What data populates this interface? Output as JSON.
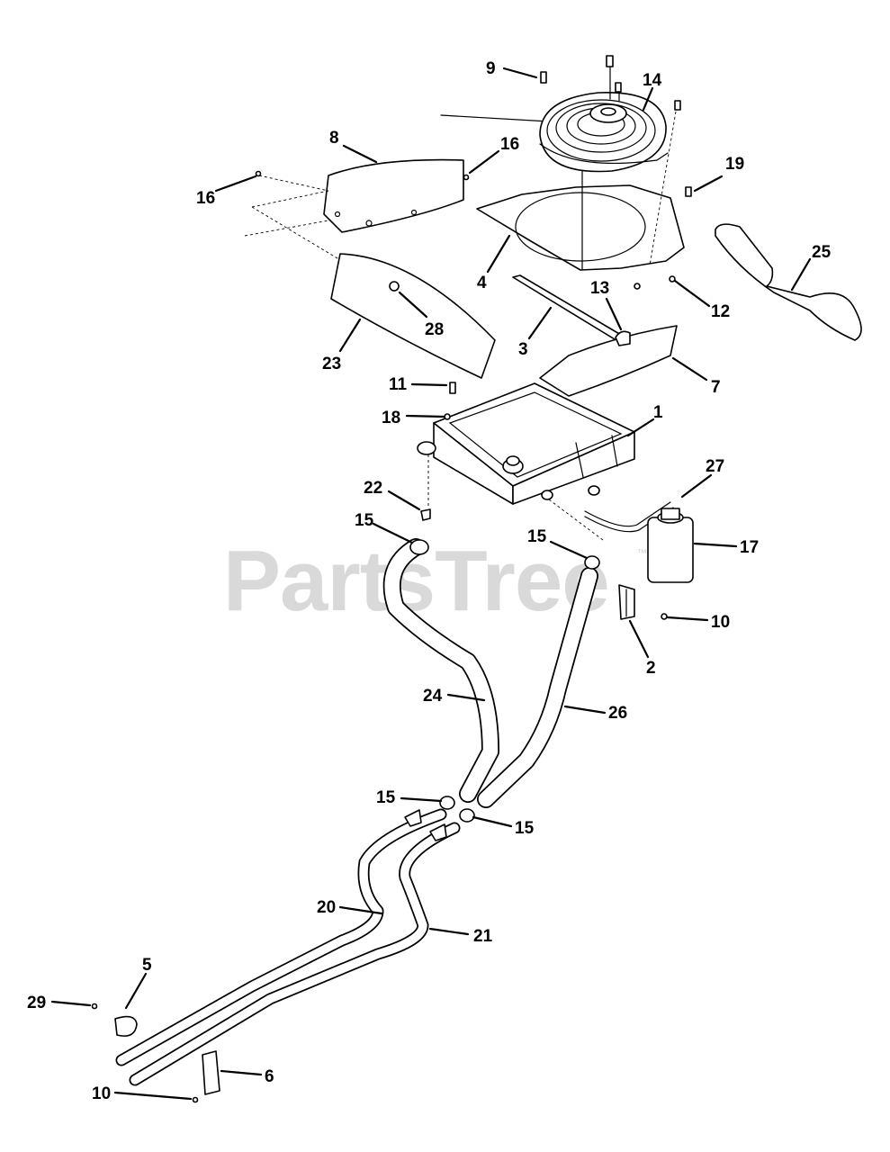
{
  "watermark": {
    "text": "PartsTree",
    "trademark": "™"
  },
  "callouts": [
    "9",
    "14",
    "8",
    "16",
    "16",
    "19",
    "4",
    "25",
    "13",
    "12",
    "28",
    "3",
    "23",
    "7",
    "11",
    "1",
    "18",
    "27",
    "22",
    "15",
    "15",
    "17",
    "10",
    "2",
    "24",
    "26",
    "15",
    "15",
    "20",
    "21",
    "5",
    "29",
    "6",
    "10"
  ]
}
